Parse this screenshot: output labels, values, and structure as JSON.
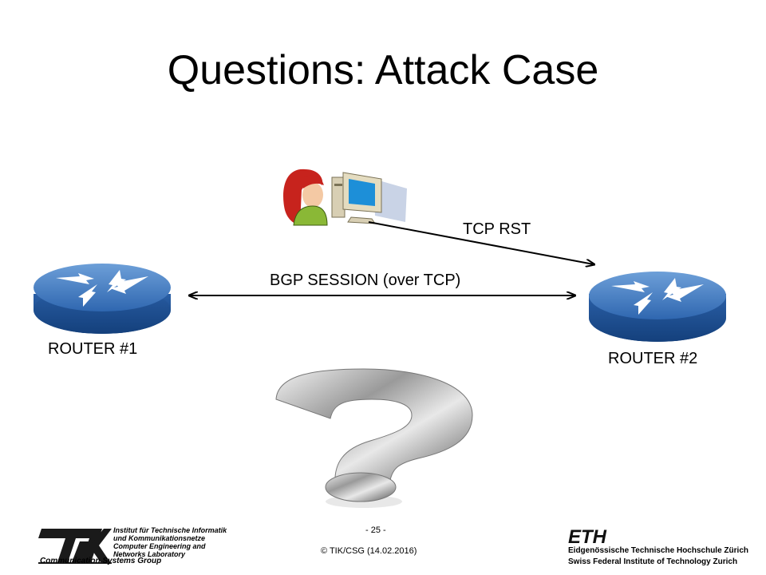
{
  "slide": {
    "title": "Questions: Attack Case"
  },
  "diagram": {
    "router1_label": "ROUTER #1",
    "router2_label": "ROUTER #2",
    "session_label": "BGP SESSION (over TCP)",
    "attack_label": "TCP RST",
    "attacker_icon": "attacker-computer-icon",
    "router_icon": "router-icon",
    "question_icon": "question-mark-icon"
  },
  "footer": {
    "page_number": "- 25 -",
    "copyright": "© TIK/CSG  (14.02.2016)",
    "tik_logo": "TIK",
    "tik_lines": [
      "Institut für Technische Informatik",
      "und Kommunikationsnetze",
      "Computer Engineering and",
      "Networks Laboratory"
    ],
    "tik_group": "Communication Systems Group",
    "eth_logo": "ETH",
    "eth_line1": "Eidgenössische Technische Hochschule Zürich",
    "eth_line2": "Swiss Federal Institute of Technology Zurich"
  }
}
